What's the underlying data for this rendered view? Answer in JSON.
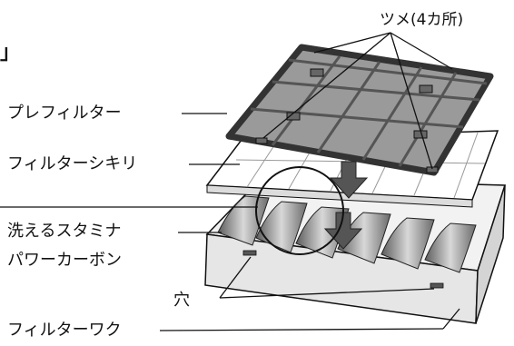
{
  "labels": {
    "bracket": "」",
    "tsume": "ツメ(4カ所)",
    "pre_filter": "プレフィルター",
    "filter_shikiri": "フィルターシキリ",
    "stamina_line1": "洗えるスタミナ",
    "stamina_line2": "パワーカーボン",
    "ana": "穴",
    "filter_waku": "フィルターワク"
  },
  "colors": {
    "pre_filter_frame": "#5a5a5a",
    "pre_filter_mesh": "#9a9a9a",
    "tray": "#e6e6e6",
    "arrow": "#555555",
    "line": "#111111"
  }
}
